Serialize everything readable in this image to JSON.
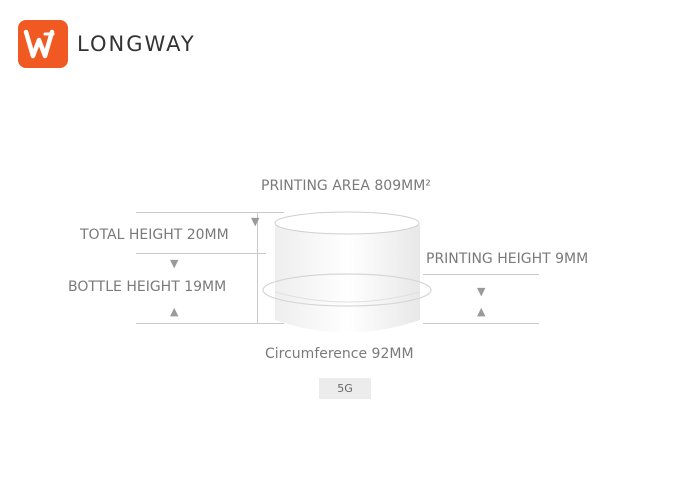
{
  "brand": {
    "name": "LONGWAY",
    "color": "#f05a22"
  },
  "specs": {
    "printing_area": "PRINTING AREA  809MM²",
    "total_height": "TOTAL HEIGHT 20MM",
    "bottle_height": "BOTTLE HEIGHT 19MM",
    "printing_height": "PRINTING HEIGHT 9MM",
    "circumference": "Circumference 92MM"
  },
  "capacity": "5G"
}
